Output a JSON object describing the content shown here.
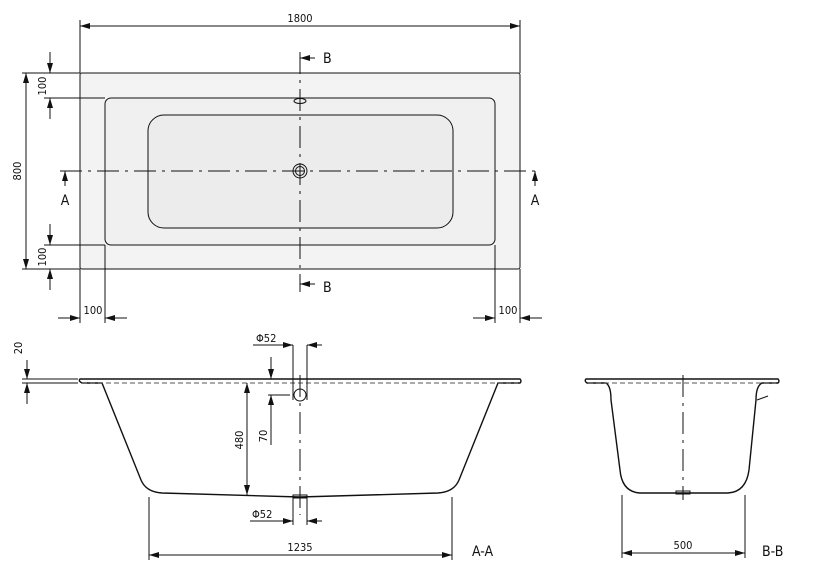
{
  "top_view": {
    "length": "1800",
    "width": "800",
    "rim_top": "100",
    "rim_bottom": "100",
    "rim_left": "100",
    "rim_right": "100",
    "section_a": "A",
    "section_b": "B"
  },
  "section_aa": {
    "label": "A-A",
    "rim_thickness": "20",
    "overflow_diameter": "Φ52",
    "overflow_height": "70",
    "depth": "480",
    "drain_diameter": "Φ52",
    "bottom_length": "1235"
  },
  "section_bb": {
    "label": "B-B",
    "bottom_width": "500"
  }
}
